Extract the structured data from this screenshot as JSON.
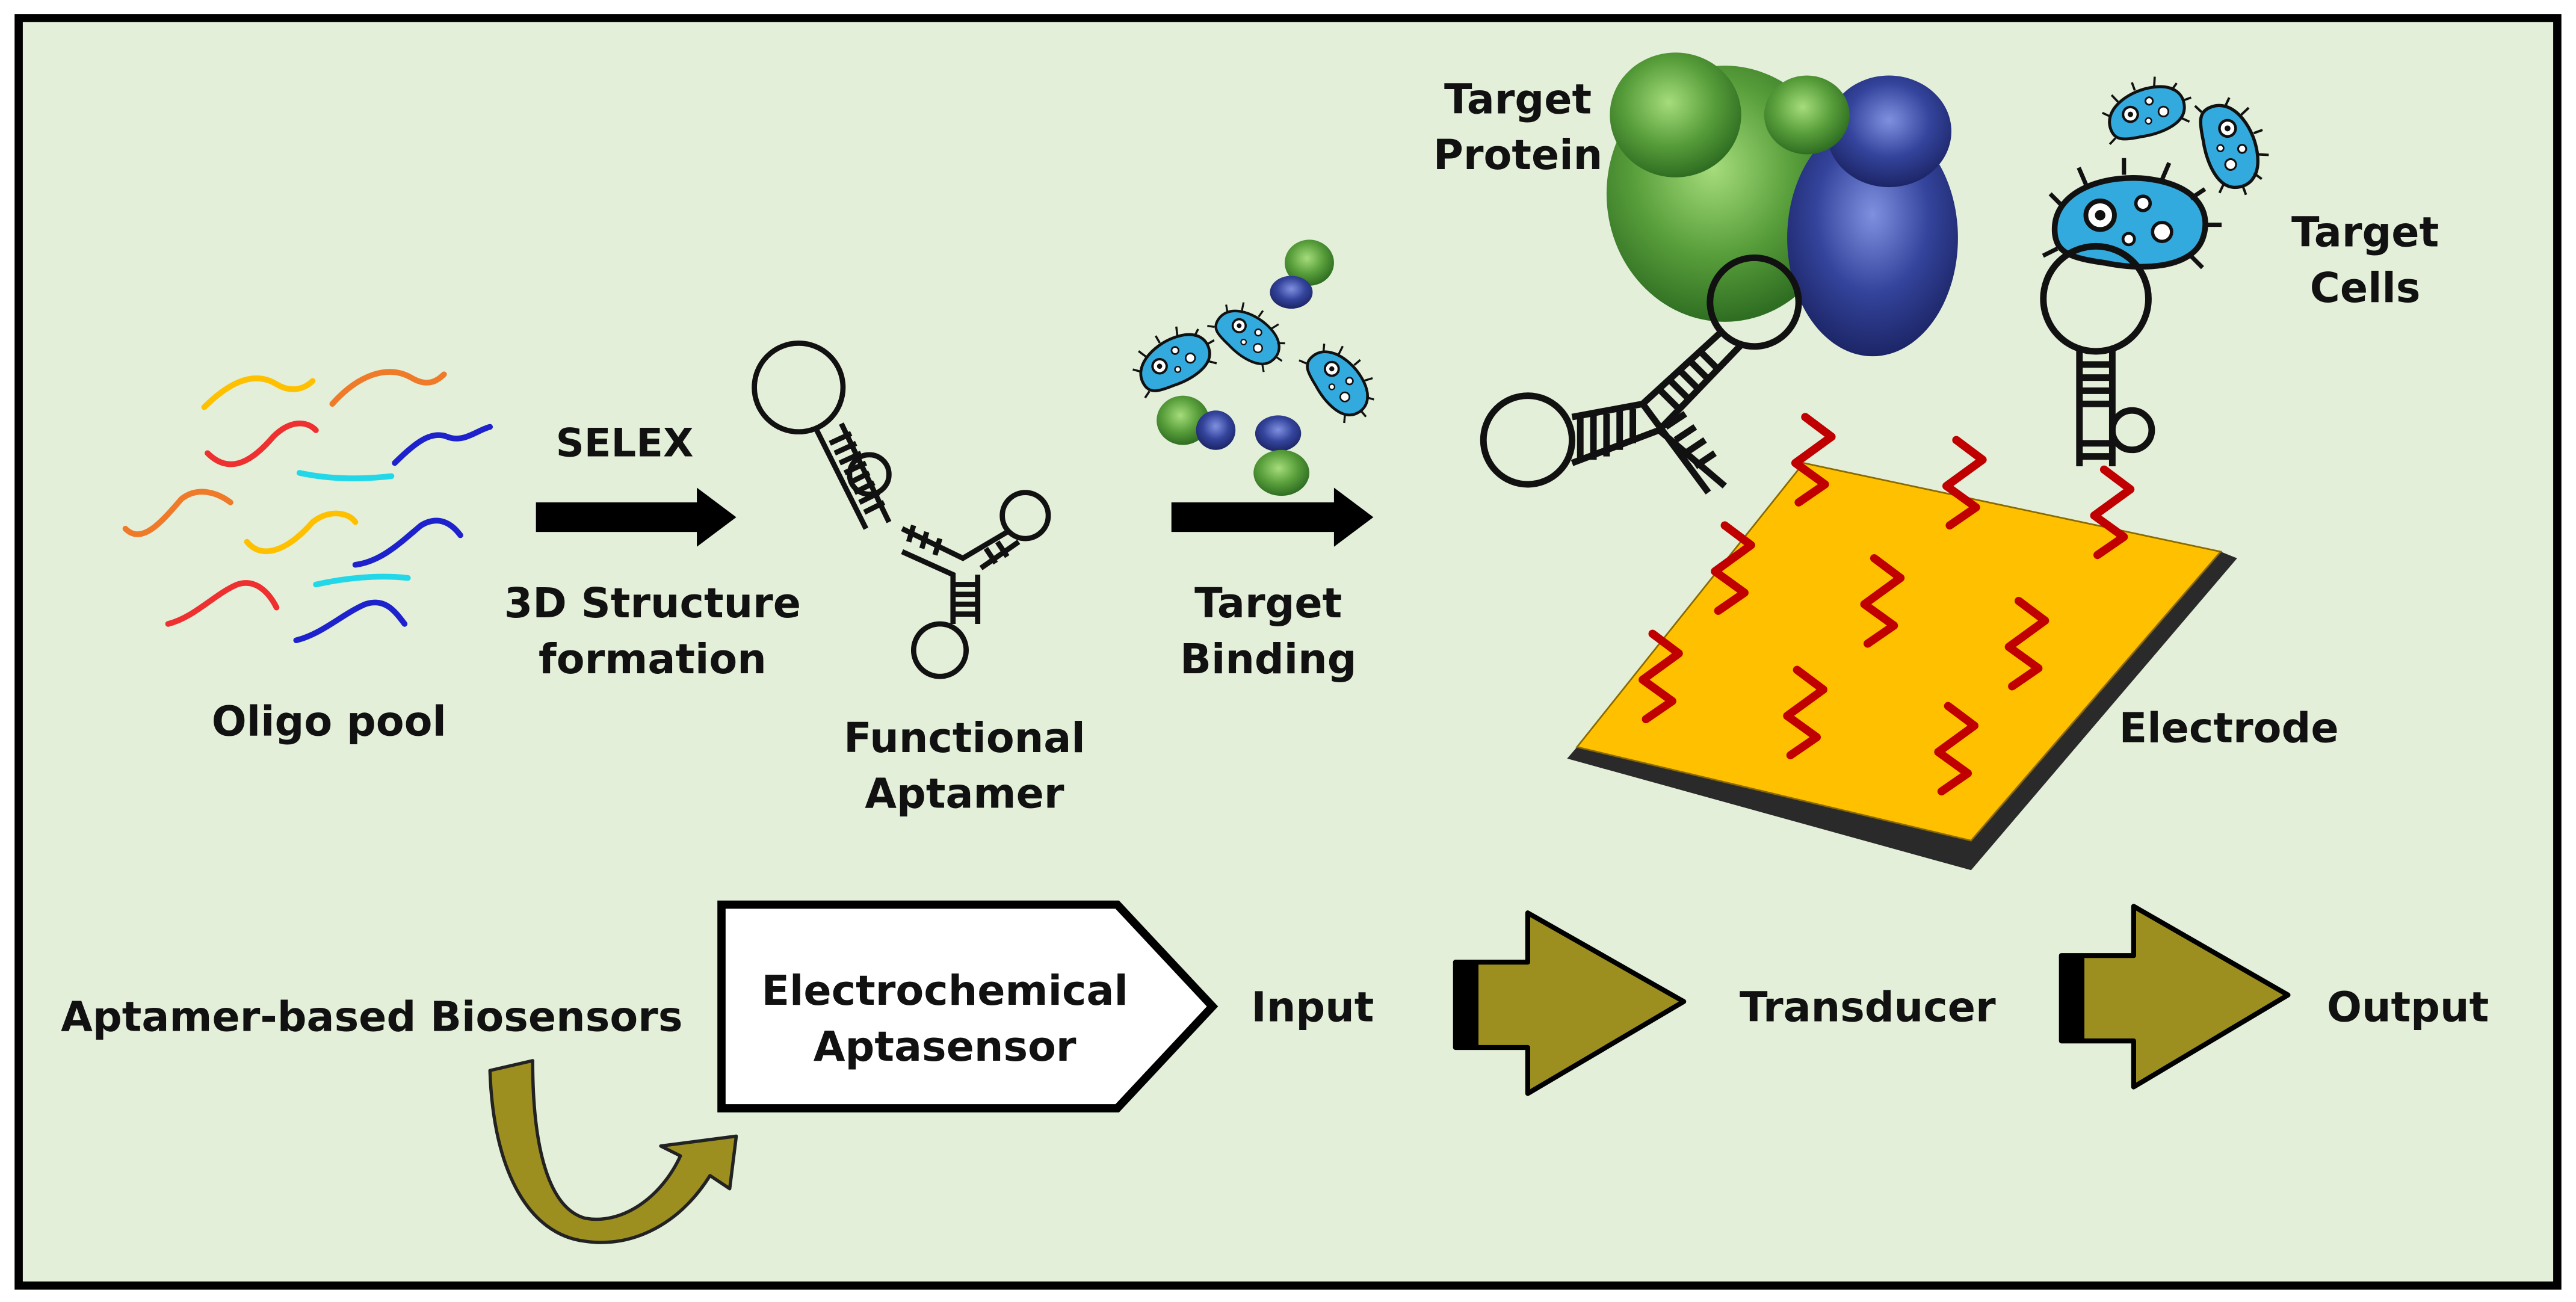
{
  "labels": {
    "oligo_pool": "Oligo pool",
    "selex": "SELEX",
    "structure_line1": "3D Structure",
    "structure_line2": "formation",
    "functional": "Functional",
    "aptamer": "Aptamer",
    "target_binding_line1": "Target",
    "target_binding_line2": "Binding",
    "target_protein_line1": "Target",
    "target_protein_line2": "Protein",
    "target_cells_line1": "Target",
    "target_cells_line2": "Cells",
    "electrode": "Electrode",
    "biosensors": "Aptamer-based Biosensors",
    "electrochemical_line1": "Electrochemical",
    "electrochemical_line2": "Aptasensor",
    "input": "Input",
    "transducer": "Transducer",
    "output": "Output"
  },
  "colors": {
    "background": "#e3efd9",
    "border": "#000000",
    "arrow_olive": "#9c8f1f",
    "electrode_gold": "#ffc000",
    "electrode_edge": "#1a1a1a",
    "probe_red": "#c00000",
    "cell_blue": "#33aadd",
    "protein_green": "#5aa03c",
    "protein_blue": "#34449c",
    "strand_colors": [
      "#ffc000",
      "#ef7b2a",
      "#ee3030",
      "#22d8e8",
      "#1e22cc"
    ]
  },
  "icons": [
    "oligo-strand-icon",
    "aptamer-hairpin-icon",
    "aptamer-three-way-icon",
    "bacteria-cell-icon",
    "protein-icon",
    "electrode-plate-icon",
    "block-arrow-icon",
    "curved-arrow-icon"
  ]
}
